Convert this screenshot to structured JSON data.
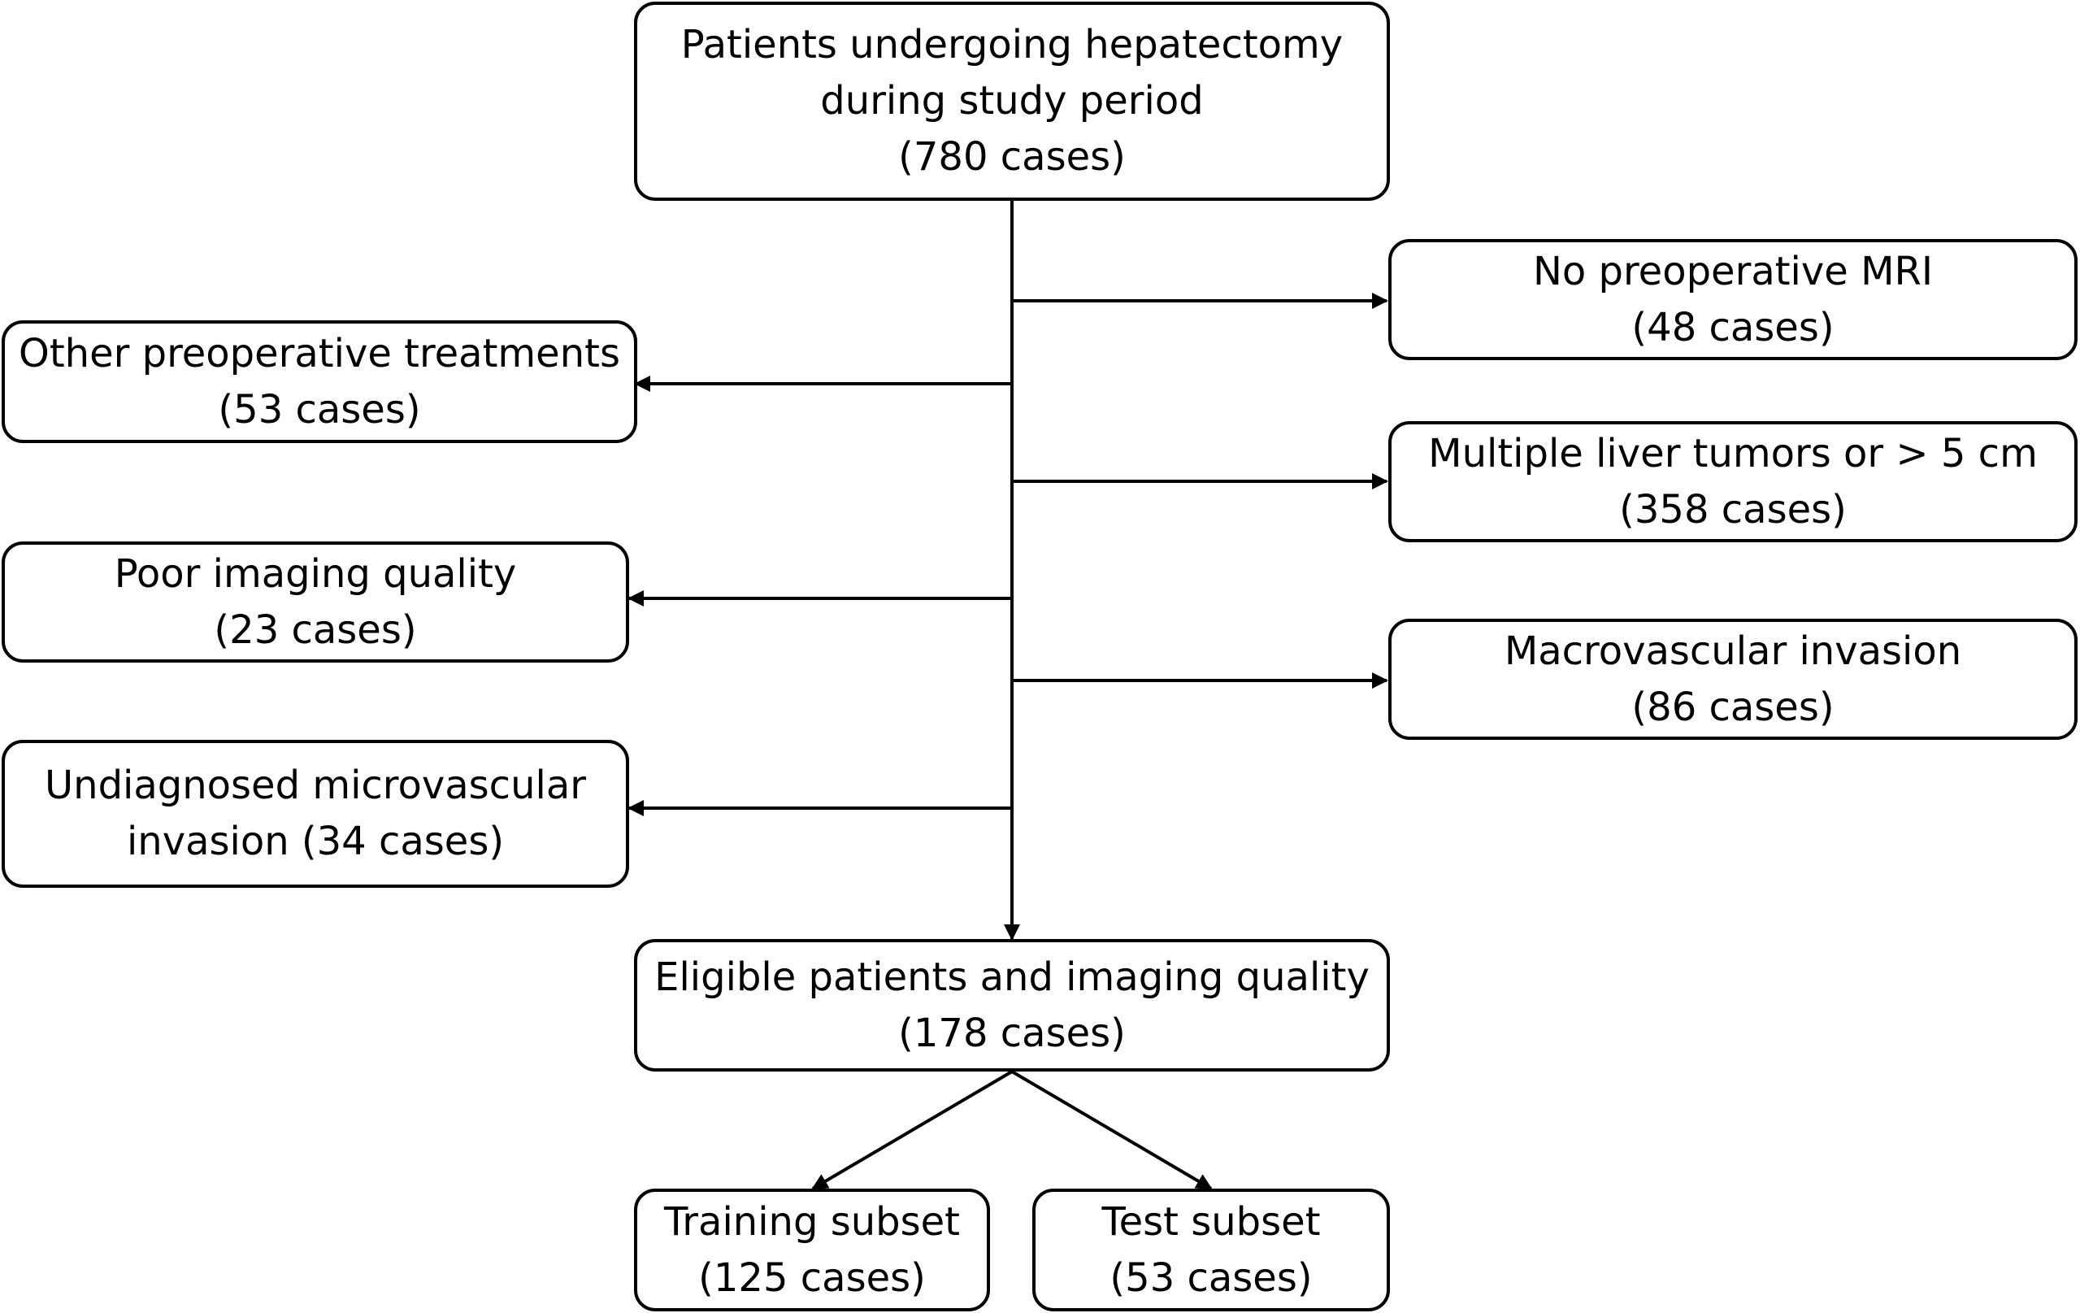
{
  "boxes": {
    "start": {
      "lines": [
        "Patients undergoing hepatectomy",
        "during study period",
        "(780 cases)"
      ]
    },
    "no_mri": {
      "lines": [
        "No preoperative MRI",
        "(48 cases)"
      ]
    },
    "other_treatments": {
      "lines": [
        "Other preoperative treatments",
        "(53 cases)"
      ]
    },
    "multiple_tumors": {
      "lines": [
        "Multiple liver tumors or > 5 cm",
        "(358 cases)"
      ]
    },
    "poor_quality": {
      "lines": [
        "Poor imaging quality",
        "(23 cases)"
      ]
    },
    "macrovascular": {
      "lines": [
        "Macrovascular invasion",
        "(86 cases)"
      ]
    },
    "undiagnosed_mvi": {
      "lines": [
        "Undiagnosed microvascular",
        "invasion (34 cases)"
      ]
    },
    "eligible": {
      "lines": [
        "Eligible patients and imaging quality",
        "(178 cases)"
      ]
    },
    "training": {
      "lines": [
        "Training subset",
        "(125 cases)"
      ]
    },
    "test": {
      "lines": [
        "Test subset",
        "(53 cases)"
      ]
    }
  }
}
